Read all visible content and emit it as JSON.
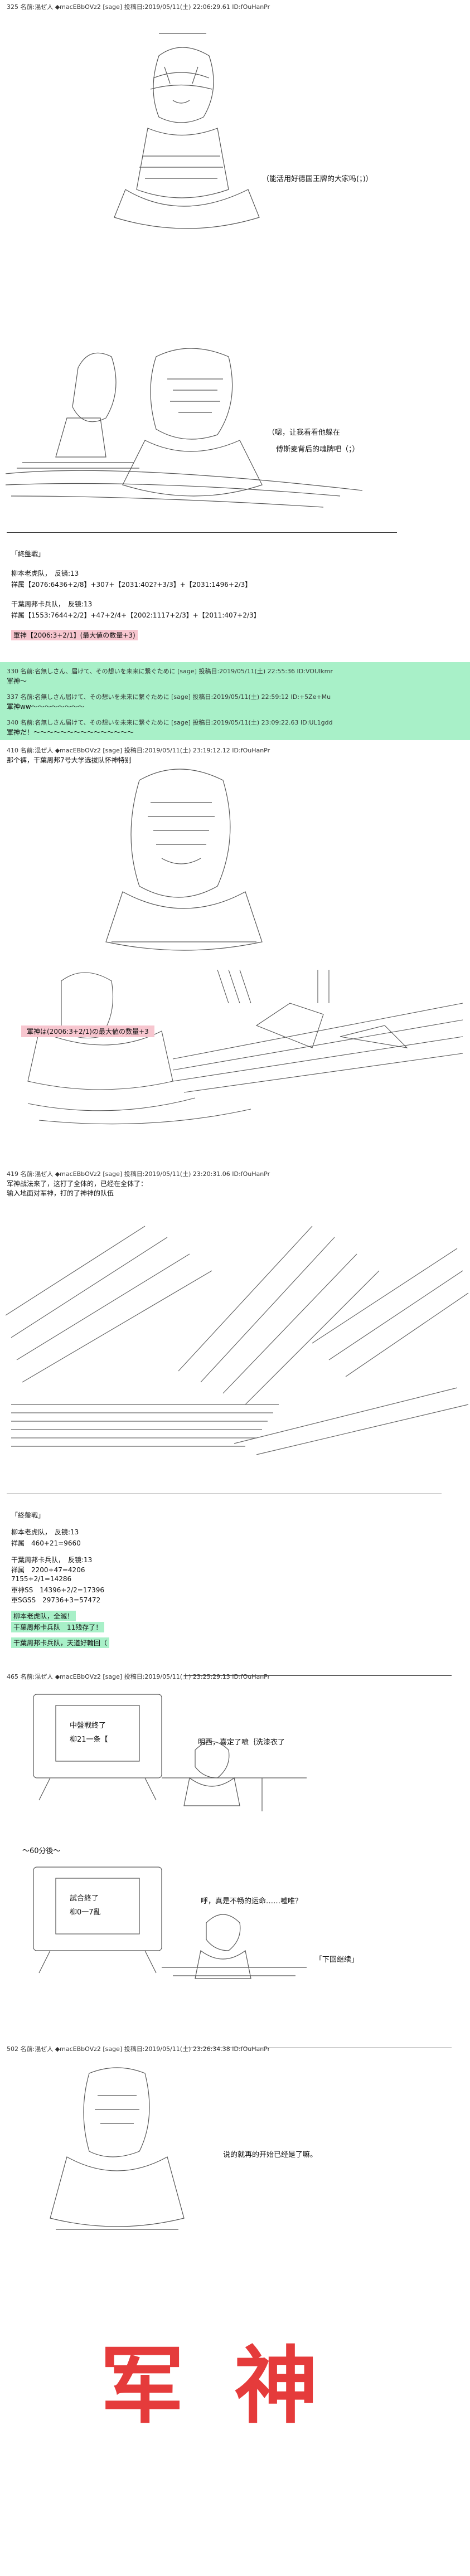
{
  "posts": [
    {
      "header": "325 名前:混ぜ人 ◆macEBbOVz2 [sage] 投稿日:2019/05/11(土) 22:06:29.61 ID:fOuHanPr",
      "caption": "（能活用好德国王牌的大家吗(；)）"
    },
    {
      "caption": "（嗯，让我看看他躲在",
      "caption2": "傅斯麦背后的魂牌吧（；）"
    },
    {
      "status_title": "「終盤戦」",
      "status_lines": [
        "柳本老虎队，　反镜:13",
        "祥属【2076:6436+2/8】+307+【2031:402?+3/3】+【2031:1496+2/3】",
        "干葉周邦卡兵队，　反镜:13",
        "祥属【1553:7644+2/2】+47+2/4+【2002:1117+2/3】+【2011:407+2/3】"
      ],
      "highlight": "軍神【2006:3+2/1】(最大値の数量+3)"
    }
  ],
  "green_posts": [
    {
      "header": "330 名前:名無しさん、届けて、その想いを未来に繋ぐために [sage] 投稿日:2019/05/11(土) 22:55:36 ID:VOUIkmr",
      "body": "軍神～"
    },
    {
      "header": "337 名前:名無しさん届けて、その想いを未来に繋ぐために [sage] 投稿日:2019/05/11(土) 22:59:12 ID:+5Ze+Mu",
      "body": "軍神ww～～～～～～～～"
    },
    {
      "header": "340 名前:名無しさん届けて、その想いを未来に繋ぐために [sage] 投稿日:2019/05/11(土) 23:09:22.63 ID:UL1gdd",
      "body": "軍神だ！～～～～～～～～～～～～～～～"
    }
  ],
  "post_410": {
    "header": "410 名前:混ぜ人 ◆macEBbOVz2 [sage] 投稿日:2019/05/11(土) 23:19:12.12 ID:fOuHanPr",
    "body": "那个裤，干葉周邦7号大学选拔队怀神特别",
    "pink_note": "軍神は(2006:3+2/1)の最大値の数量+3"
  },
  "post_419": {
    "header": "419 名前:混ぜ人 ◆macEBbOVz2 [sage] 投稿日:2019/05/11(土) 23:20:31.06 ID:fOuHanPr",
    "body": "军神战法来了，这打了全体的，已经在全体了：",
    "body2": "输入地面对军神，打的了神神的队伍",
    "status_title": "「終盤戦」",
    "status_lines": [
      "柳本老虎队，　反镜:13",
      "祥属　460+21=9660",
      "干葉周邦卡兵队，　反镜:13",
      "祥属　2200+47=4206",
      "7155+2/1=14286",
      "軍神SS　14396+2/2=17396",
      "軍SGSS　29736+3=57472"
    ],
    "teal_1": "柳本老虎队，全滅！",
    "teal_2": "干葉周邦卡兵队　11残存了！",
    "teal_3": "干葉周邦卡兵队，天道好輪回（"
  },
  "post_465": {
    "header": "465 名前:混ぜ人 ◆macEBbOVz2 [sage] 投稿日:2019/05/11(土) 23:25:29.13 ID:fOuHanPr",
    "screen_1": "中盤戦終了",
    "screen_1b": "柳21一条【",
    "bubble_1": "明西，喜定了喷｛洗漆衣了",
    "mid_note": "～60分後～",
    "screen_2": "試合終了",
    "screen_2b": "柳0一7亂",
    "bubble_2": "呼，真是不畅的运命……嘘唯？",
    "next": "「下回继续」"
  },
  "post_502": {
    "header": "502 名前:混ぜ人 ◆macEBbOVz2 [sage] 投稿日:2019/05/11(土) 23:26:34.38 ID:fOuHanPr",
    "caption": "说的就再的开始已经是了嘛。"
  },
  "banner": "军神",
  "colors": {
    "green_band": "#a8f0c8",
    "pink": "#f7c6cf",
    "banner_red": "#e53b3b"
  }
}
